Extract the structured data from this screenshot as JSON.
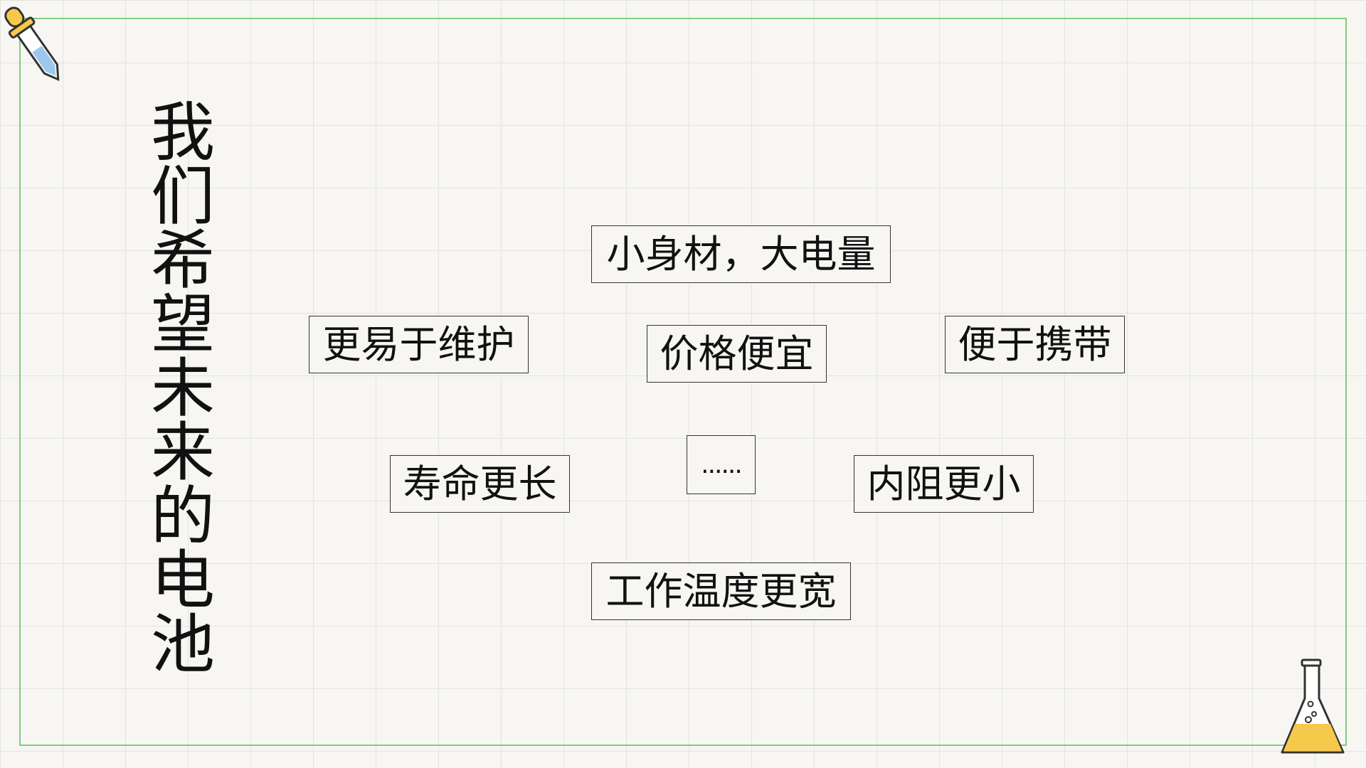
{
  "slide": {
    "title": "我们希望未来的电池",
    "keywords": {
      "size_capacity": "小身材，大电量",
      "maintenance": "更易于维护",
      "price": "价格便宜",
      "portable": "便于携带",
      "lifespan": "寿命更长",
      "more": "......",
      "resistance": "内阻更小",
      "temperature": "工作温度更宽"
    }
  },
  "colors": {
    "frame": "#7fcf7f",
    "background": "#f7f6f3",
    "grid": "#e3e3de"
  },
  "icons": {
    "top_left": "dropper-icon",
    "bottom_right": "flask-icon"
  }
}
